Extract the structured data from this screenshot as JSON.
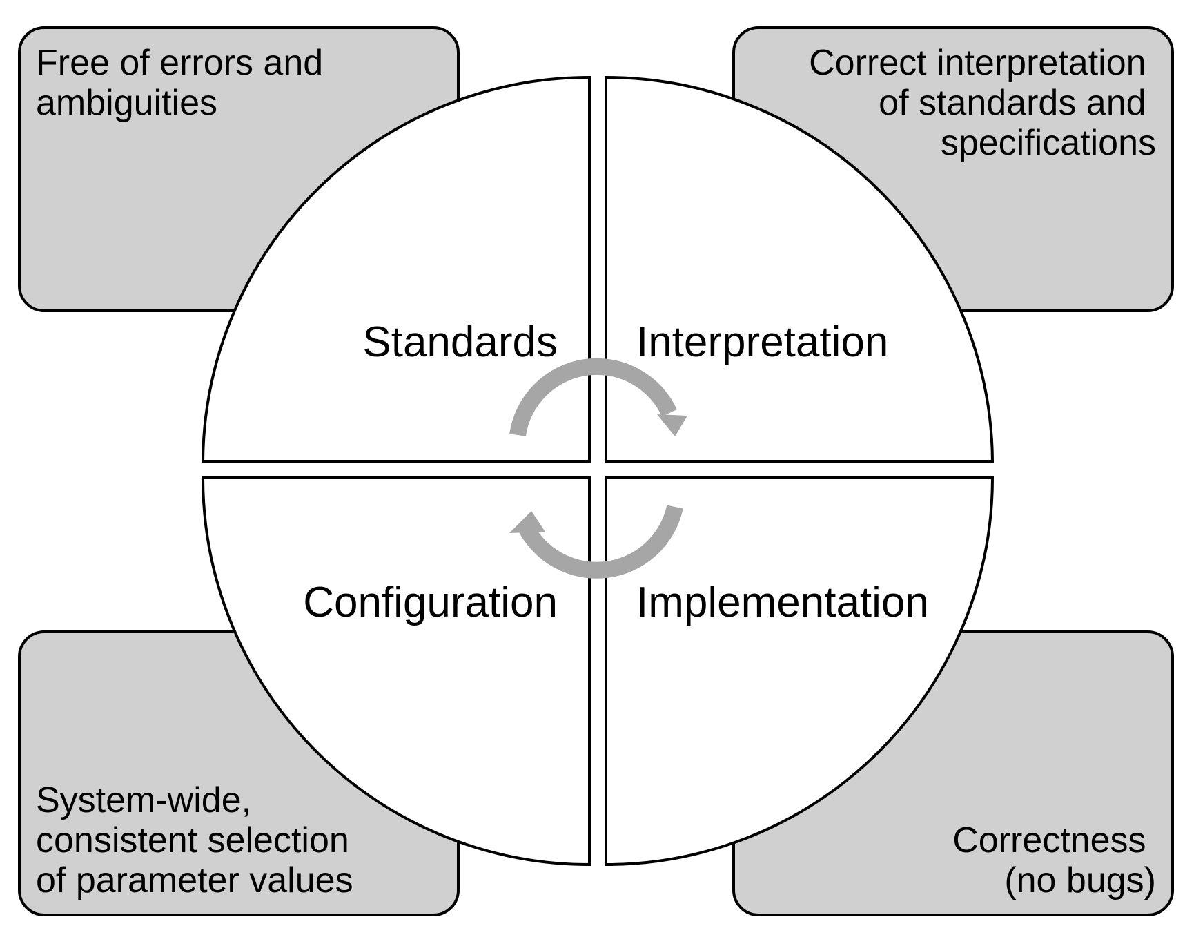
{
  "quadrants": {
    "top_left": "Standards",
    "top_right": "Interpretation",
    "bottom_left": "Configuration",
    "bottom_right": "Implementation"
  },
  "corners": {
    "top_left": [
      "Free of errors and",
      "ambiguities"
    ],
    "top_right": [
      "Correct interpretation",
      "of standards and",
      "specifications"
    ],
    "bottom_left": [
      "System-wide,",
      "consistent selection",
      "of parameter values"
    ],
    "bottom_right": [
      "Correctness",
      "(no bugs)"
    ]
  },
  "colors": {
    "box_fill": "#d0d0d0",
    "arrow": "#a6a6a6",
    "outline": "#000000"
  },
  "icons": [
    "cycle-arrow-clockwise-icon",
    "cycle-arrow-counterclockwise-icon"
  ]
}
